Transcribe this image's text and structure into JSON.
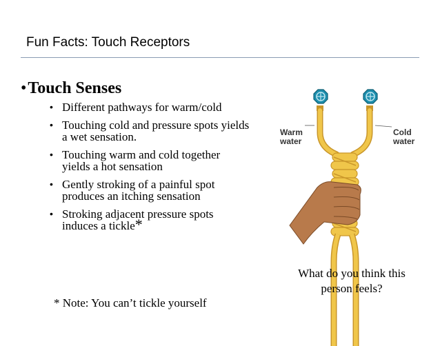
{
  "slide": {
    "title": "Fun Facts: Touch Receptors",
    "main_bullet": "Touch Senses",
    "sub_bullets": [
      "Different pathways for warm/cold",
      "Touching cold and pressure spots yields a wet sensation.",
      "Touching warm and cold together yields a hot sensation",
      "Gently stroking of a painful spot produces an itching sensation",
      "Stroking adjacent pressure spots induces a tickle"
    ],
    "asterisk": "*",
    "note": "* Note: You can’t tickle yourself",
    "figure": {
      "warm_label_line1": "Warm",
      "warm_label_line2": "water",
      "cold_label_line1": "Cold",
      "cold_label_line2": "water"
    },
    "question": "What do you think this person feels?"
  },
  "colors": {
    "rule": "#8a9bb3",
    "pipe": "#f0c64a",
    "pipe_shadow": "#c9962a",
    "valve": "#1d8fae",
    "skin": "#b87a4b"
  }
}
